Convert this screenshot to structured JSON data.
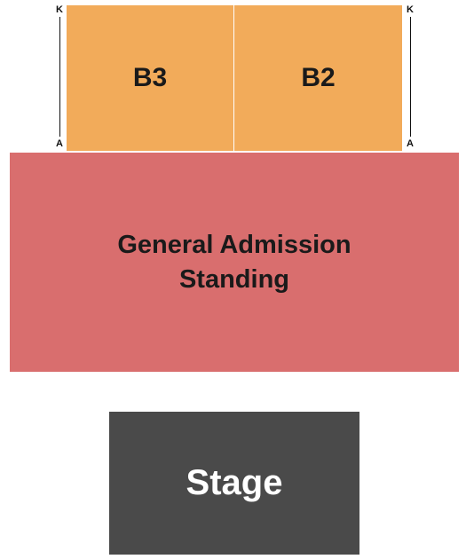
{
  "colors": {
    "upper_sections": "#f2ab5a",
    "general_admission": "#d96e6e",
    "stage": "#4a4a4a",
    "divider": "#ffffff"
  },
  "sections": {
    "b3": {
      "label": "B3"
    },
    "b2": {
      "label": "B2"
    },
    "general_admission": {
      "line1": "General Admission",
      "line2": "Standing"
    }
  },
  "stage": {
    "label": "Stage"
  },
  "row_markers": {
    "left": {
      "top": "K",
      "bottom": "A"
    },
    "right": {
      "top": "K",
      "bottom": "A"
    }
  }
}
